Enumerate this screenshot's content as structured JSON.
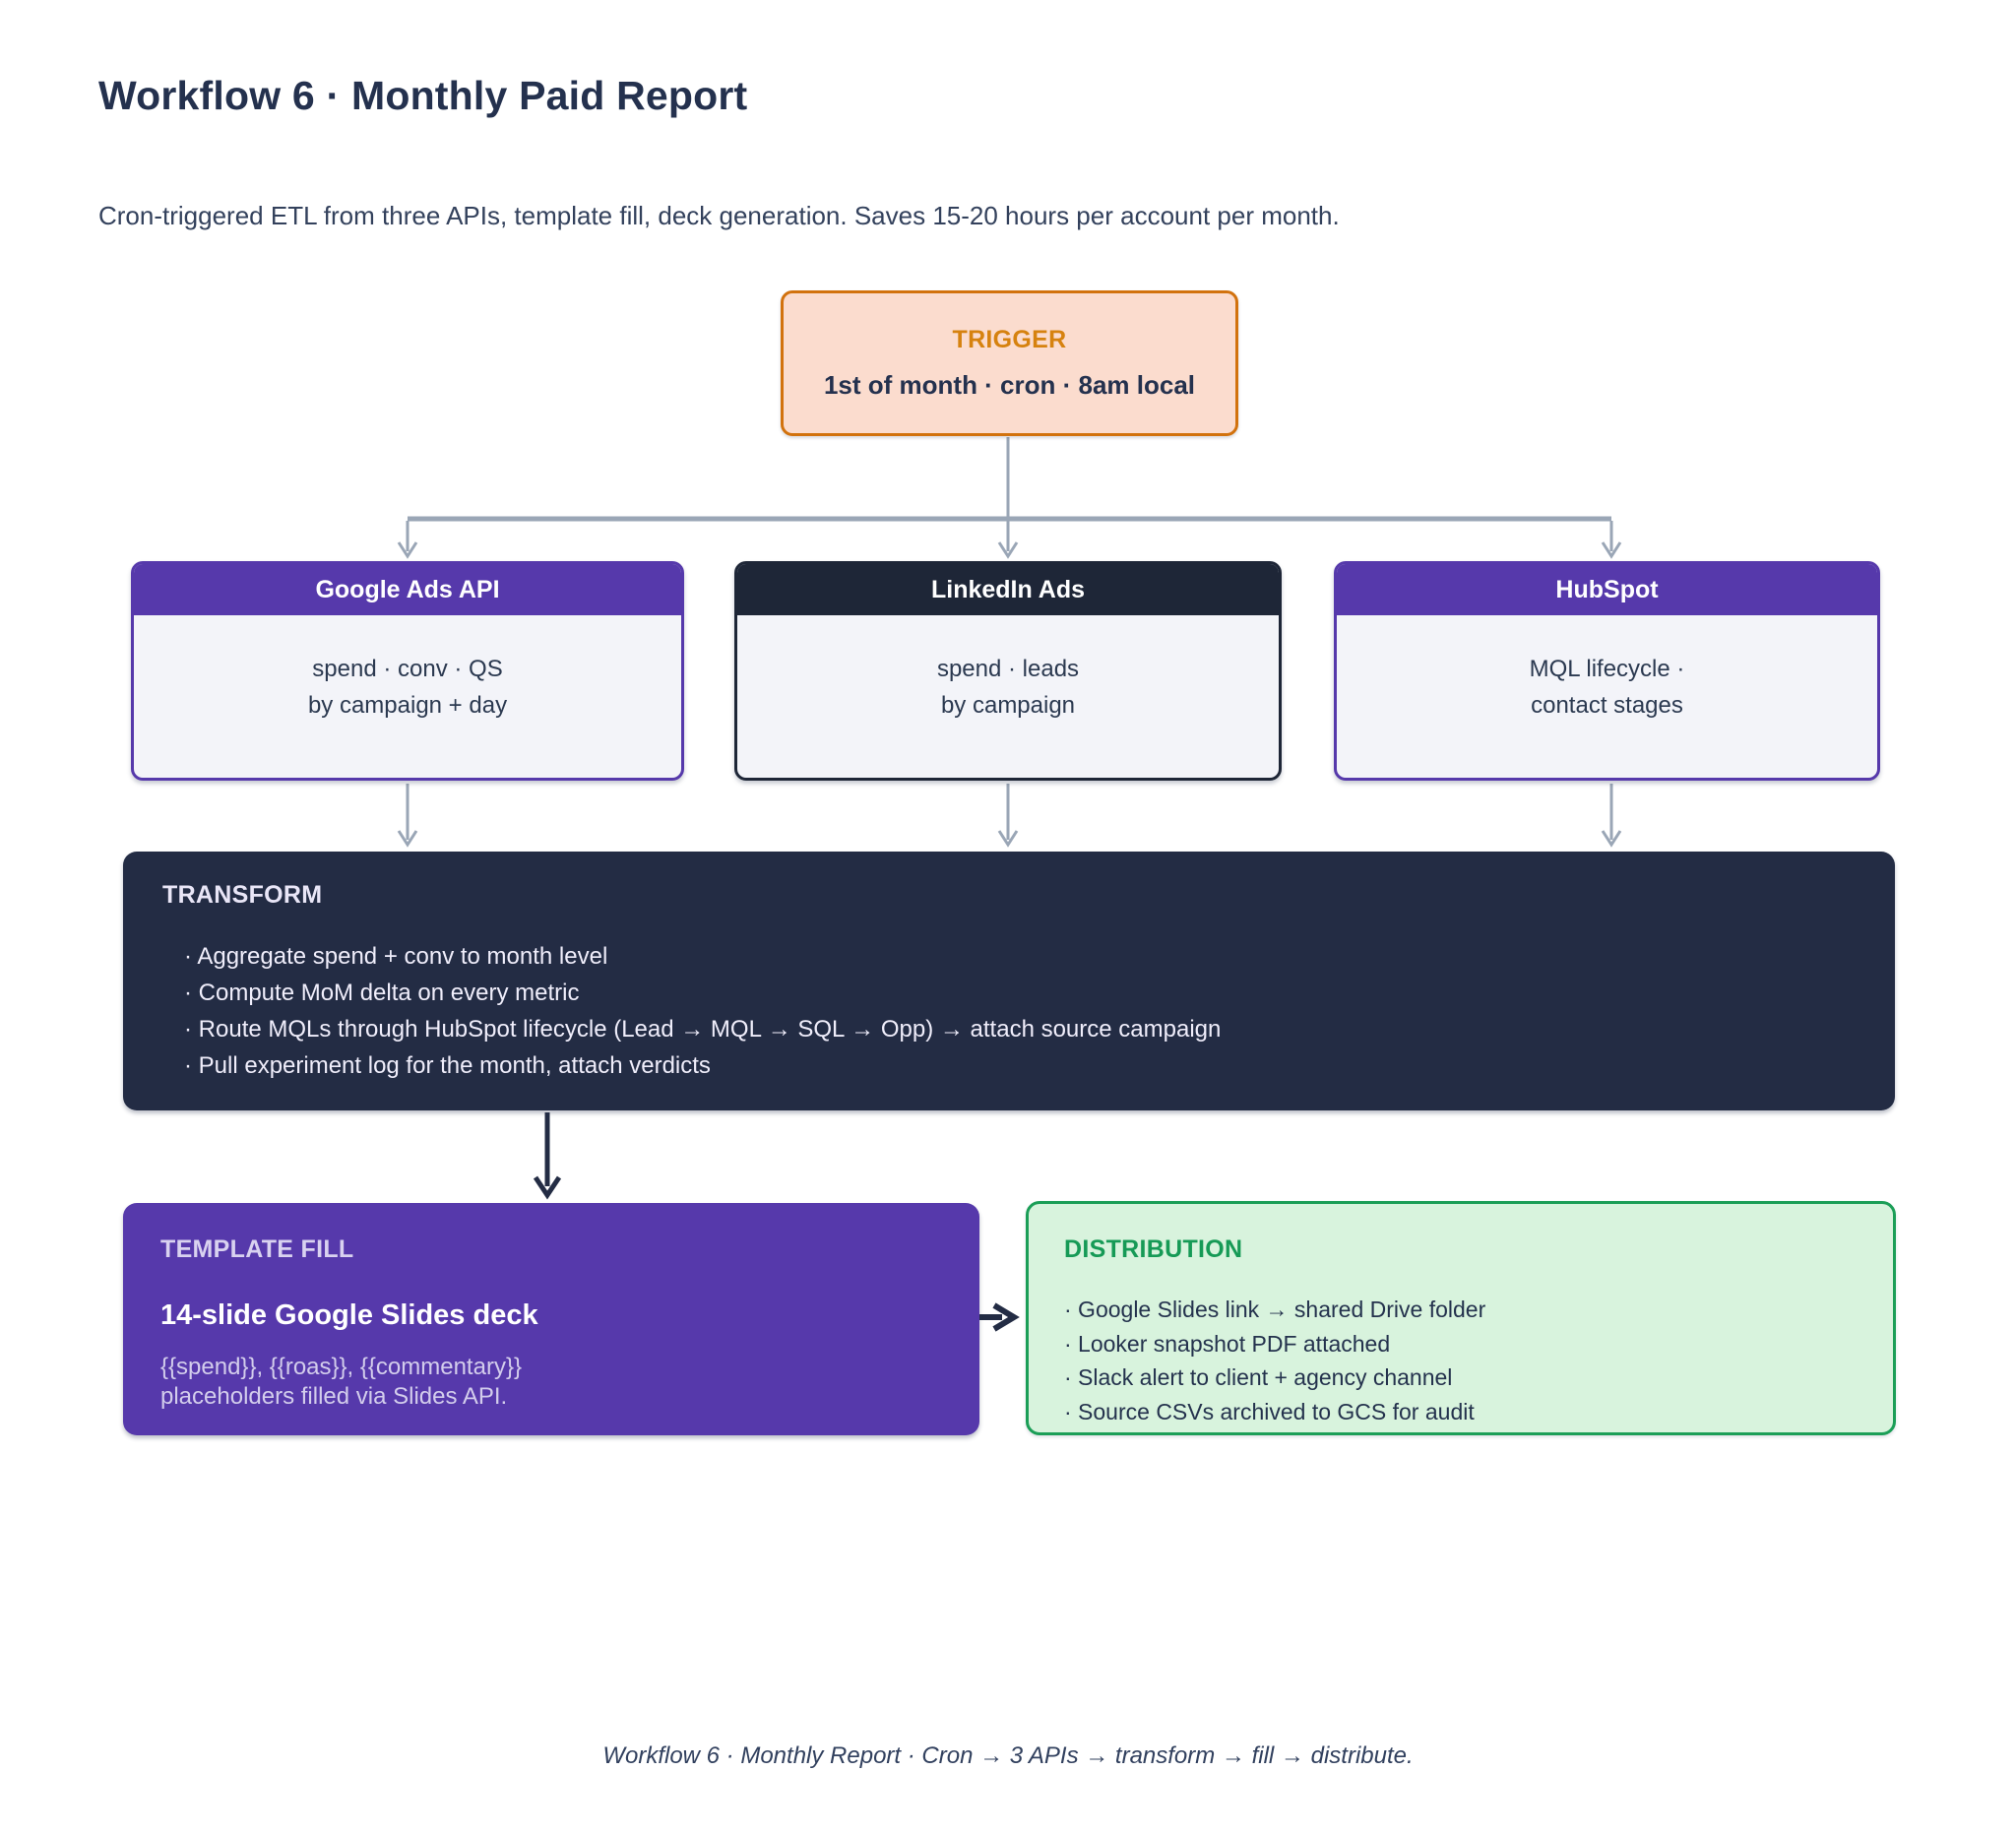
{
  "page": {
    "title": "Workflow 6 · Monthly Paid Report",
    "subtitle": "Cron-triggered ETL from three APIs, template fill, deck generation. Saves 15-20 hours per account per month.",
    "footer": "Workflow 6 · Monthly Report · Cron → 3 APIs → transform → fill → distribute."
  },
  "colors": {
    "purple": "#5639ab",
    "navy": "#232c44",
    "navy_header": "#1e2637",
    "orange_border": "#d2720d",
    "orange_label": "#d6820f",
    "trigger_bg": "#fbdcce",
    "source_body_bg": "#f3f4f9",
    "green_border": "#1b9e57",
    "green_label": "#169a56",
    "green_bg": "#d8f3dd",
    "arrow_gray": "#9aa6b6",
    "arrow_dark": "#232c44"
  },
  "trigger": {
    "label": "TRIGGER",
    "detail": "1st of month · cron · 8am local"
  },
  "sources": [
    {
      "title": "Google Ads API",
      "lines": [
        "spend · conv · QS",
        "by campaign + day"
      ]
    },
    {
      "title": "LinkedIn Ads",
      "lines": [
        "spend · leads",
        "by campaign"
      ]
    },
    {
      "title": "HubSpot",
      "lines": [
        "MQL lifecycle ·",
        "contact stages"
      ]
    }
  ],
  "transform": {
    "label": "TRANSFORM",
    "bullets": [
      "· Aggregate spend + conv to month level",
      "· Compute MoM delta on every metric",
      "· Route MQLs through HubSpot lifecycle (Lead → MQL → SQL → Opp)  →  attach source campaign",
      "· Pull experiment log for the month, attach verdicts"
    ]
  },
  "template_fill": {
    "label": "TEMPLATE FILL",
    "headline": "14-slide Google Slides deck",
    "body_line1": "{{spend}}, {{roas}}, {{commentary}}",
    "body_line2": "placeholders filled via Slides API."
  },
  "distribution": {
    "label": "DISTRIBUTION",
    "bullets": [
      "· Google Slides link → shared Drive folder",
      "· Looker snapshot PDF attached",
      "· Slack alert to client + agency channel",
      "· Source CSVs archived to GCS for audit"
    ]
  }
}
